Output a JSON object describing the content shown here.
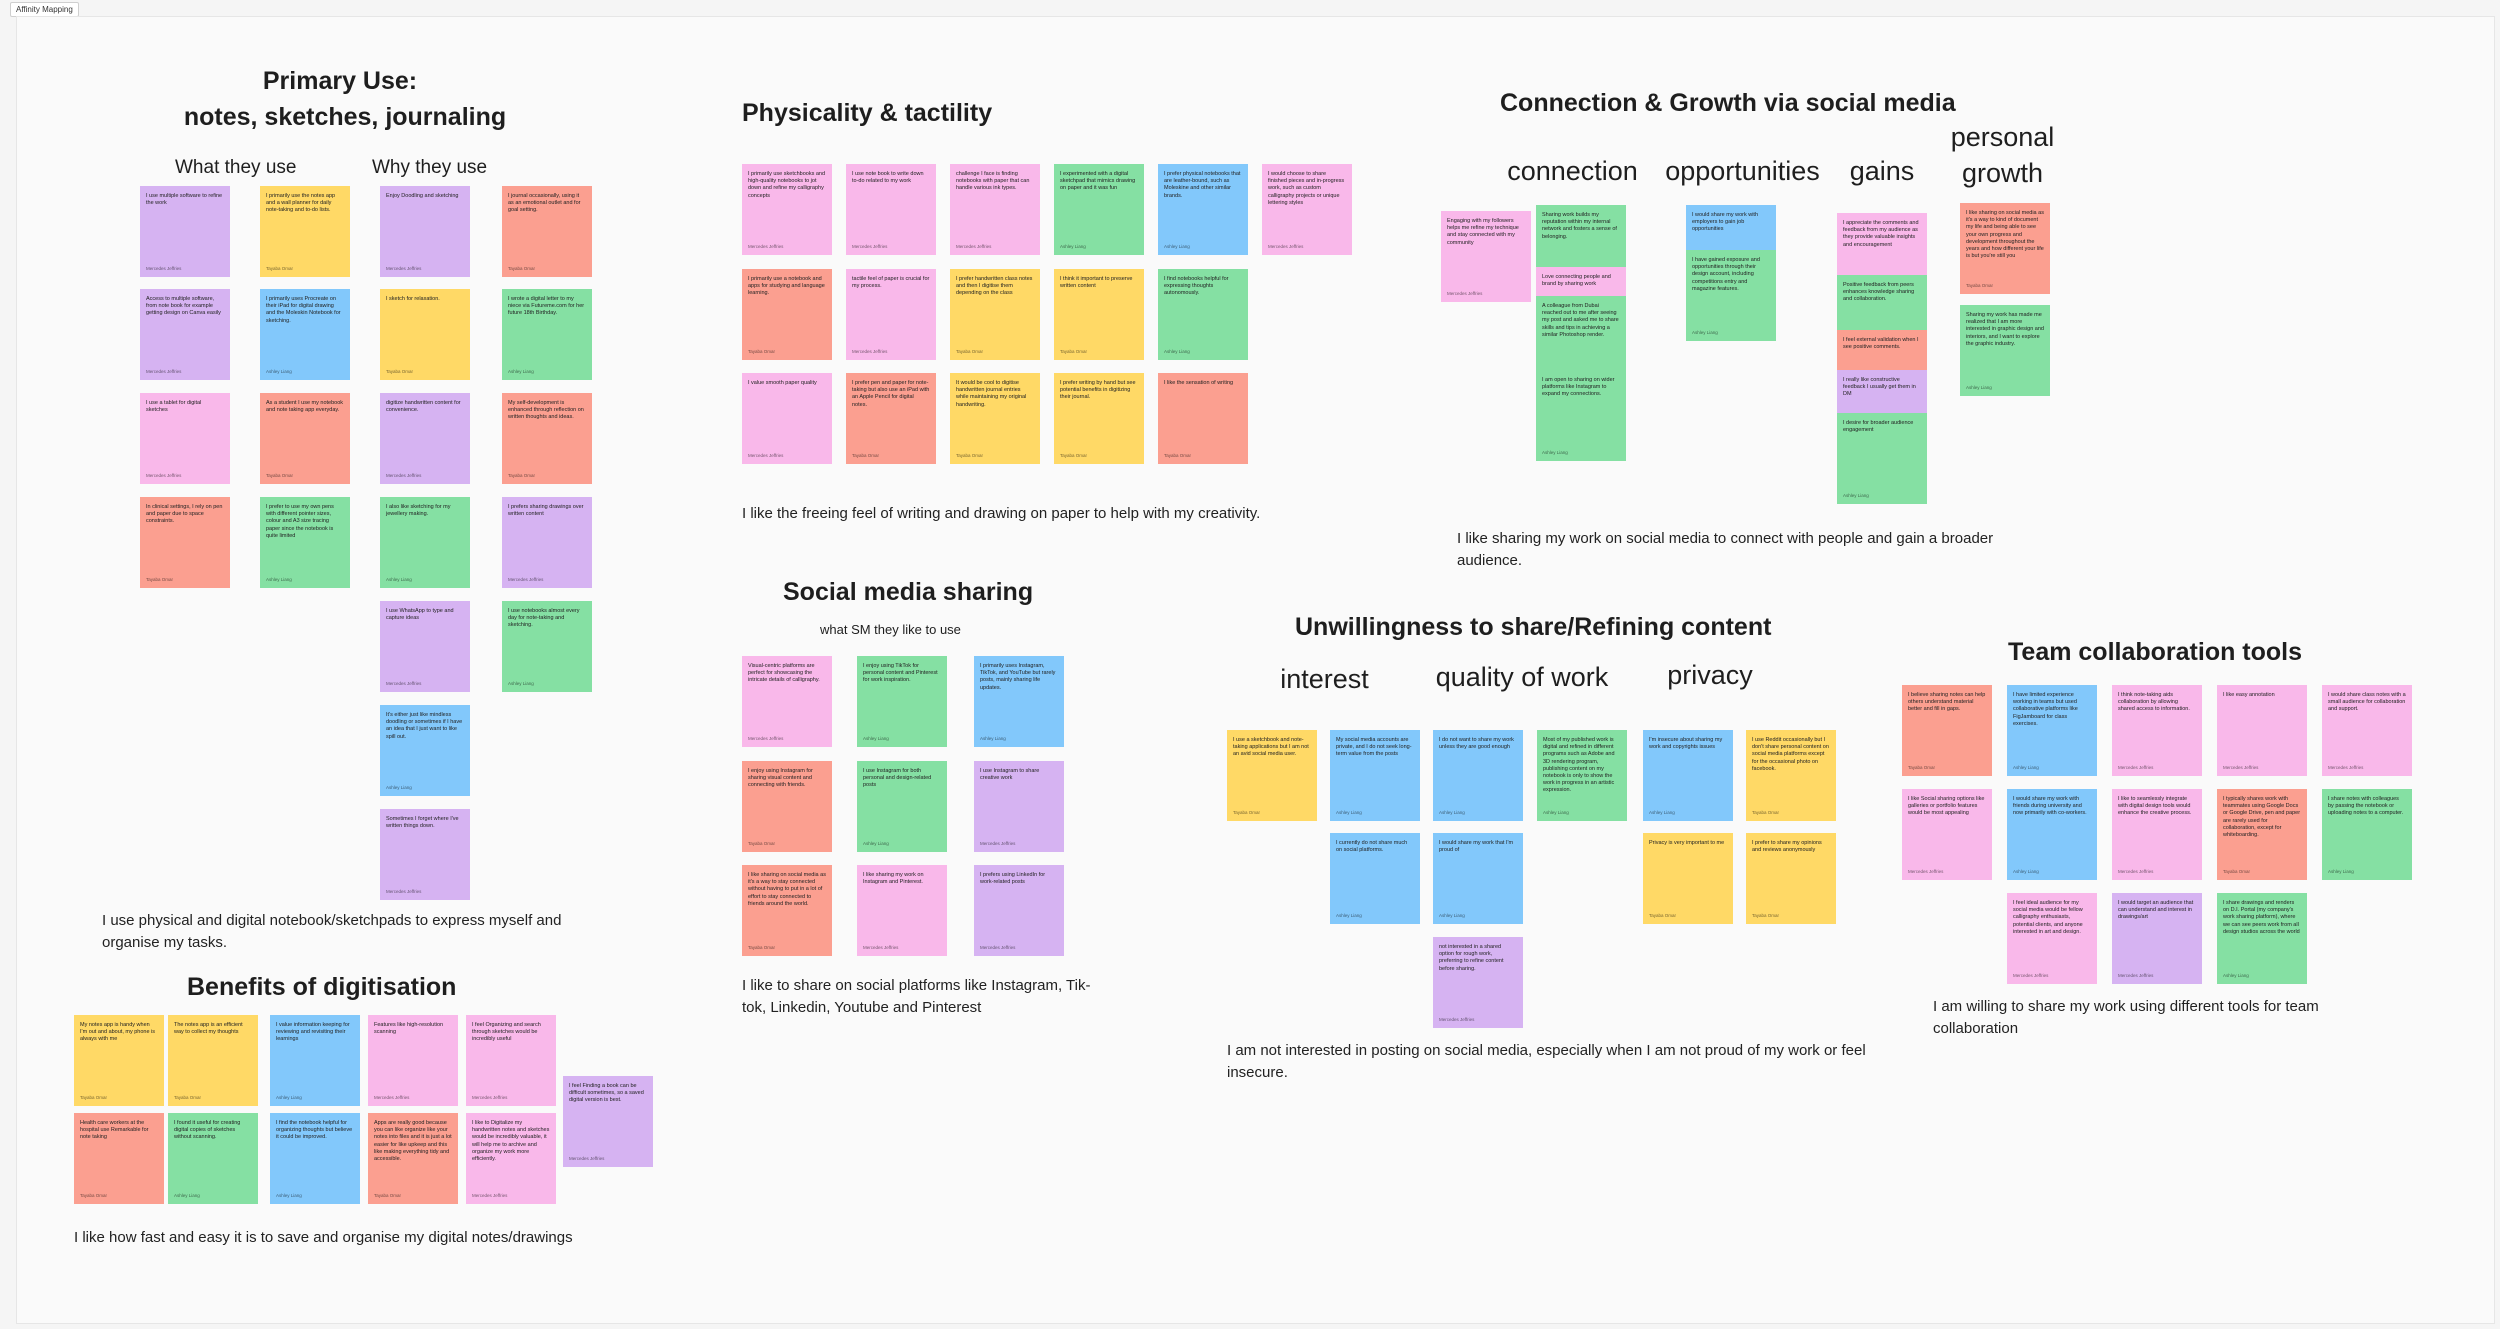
{
  "frame_title": "Affinity Mapping",
  "colors": {
    "yellow": "#ffd966",
    "purple": "#d6b3f2",
    "pink": "#f9b8ea",
    "salmon": "#fb9f90",
    "green": "#85e0a3",
    "blue": "#82c8fb"
  },
  "sections": {
    "primary": {
      "title_line1": "Primary Use:",
      "title_line2": "notes, sketches, journaling",
      "col1": "What they use",
      "col2": "Why they use",
      "caption": "I use physical and digital notebook/sketchpads to express myself and organise my tasks."
    },
    "physicality": {
      "title": "Physicality &  tactility",
      "caption": "I like the freeing feel of writing and drawing on paper to help with my creativity."
    },
    "social": {
      "title": "Social media sharing",
      "subtitle": "what SM they like to use",
      "caption": "I like to share on social platforms like Instagram, Tik-tok, Linkedin, Youtube and Pinterest"
    },
    "benefits": {
      "title": "Benefits of digitisation",
      "caption": "I like how fast and easy it is to save and organise my digital notes/drawings"
    },
    "connection": {
      "title": "Connection & Growth via social media",
      "col1": "connection",
      "col2": "opportunities",
      "col3": "gains",
      "col4_line1": "personal",
      "col4_line2": "growth",
      "caption": "I like sharing my work on social media to connect with people and gain a broader audience."
    },
    "unwilling": {
      "title": "Unwillingness to share/Refining content",
      "col1": "interest",
      "col2": "quality of work",
      "col3": "privacy",
      "caption": "I am not interested in posting on social media, especially when I am not proud of my work or feel insecure."
    },
    "team": {
      "title": "Team collaboration tools",
      "caption": "I am willing to share my work using different tools for team collaboration"
    }
  },
  "notes": {
    "primary_what": [
      {
        "color": "purple",
        "text": "I use multiple software to refine the work",
        "author": "Mercedes Jeffries"
      },
      {
        "color": "yellow",
        "text": "I primarily use the notes app and a wall planner for daily note-taking and to-do lists.",
        "author": "Tayaba Omar"
      },
      {
        "color": "purple",
        "text": "Access to multiple software, from note book for example getting design on Canva easily",
        "author": "Mercedes Jeffries"
      },
      {
        "color": "blue",
        "text": "I primarily uses Procreate on their iPad for digital drawing and the Moleskin Notebook for sketching.",
        "author": "Ashley Liang"
      },
      {
        "color": "pink",
        "text": "I use a tablet for digital sketches",
        "author": "Mercedes Jeffries"
      },
      {
        "color": "salmon",
        "text": "As a student I use my notebook and note taking app everyday.",
        "author": "Tayaba Omar"
      },
      {
        "color": "salmon",
        "text": "In clinical settings, I rely on pen and paper due to space constraints.",
        "author": "Tayaba Omar"
      },
      {
        "color": "green",
        "text": "I prefer to use my own pens with different pointer sizes, colour and A3 size tracing paper since the notebook is quite limited",
        "author": "Ashley Liang"
      }
    ],
    "primary_why": [
      {
        "color": "purple",
        "text": "Enjoy Doodling and sketching",
        "author": "Mercedes Jeffries"
      },
      {
        "color": "salmon",
        "text": "I journal occasionally, using it as an emotional outlet and for goal setting.",
        "author": "Tayaba Omar"
      },
      {
        "color": "yellow",
        "text": "I sketch for relaxation.",
        "author": "Tayaba Omar"
      },
      {
        "color": "green",
        "text": "I wrote a digital letter to my niece via Futureme.com for her future 18th Birthday.",
        "author": "Ashley Liang"
      },
      {
        "color": "purple",
        "text": "digitize handwritten content for convenience.",
        "author": "Mercedes Jeffries"
      },
      {
        "color": "salmon",
        "text": "My self-development is enhanced through reflection on written thoughts and ideas.",
        "author": "Tayaba Omar"
      },
      {
        "color": "green",
        "text": "I also like sketching for my jewellery making.",
        "author": "Ashley Liang"
      },
      {
        "color": "purple",
        "text": "I prefers sharing drawings over written content",
        "author": "Mercedes Jeffries"
      },
      {
        "color": "purple",
        "text": "I use WhatsApp to type and capture ideas",
        "author": "Mercedes Jeffries"
      },
      {
        "color": "green",
        "text": "I use notebooks almost every day for note-taking and sketching.",
        "author": "Ashley Liang"
      },
      {
        "color": "blue",
        "text": "It's either just like mindless doodling or sometimes if I have an idea that I just want to like spill out.",
        "author": "Ashley Liang"
      },
      {
        "color": "purple",
        "text": "Sometimes I forget where I've written things down.",
        "author": "Mercedes Jeffries"
      }
    ],
    "physicality": [
      {
        "color": "pink",
        "text": "I primarily use sketchbooks and high-quality notebooks to jot down and refine my calligraphy concepts",
        "author": "Mercedes Jeffries"
      },
      {
        "color": "pink",
        "text": "I use note book to write down to-do related to my work",
        "author": "Mercedes Jeffries"
      },
      {
        "color": "pink",
        "text": "challenge I face is finding notebooks with paper that can handle various ink types.",
        "author": "Mercedes Jeffries"
      },
      {
        "color": "green",
        "text": "I experimented with a digital sketchpad that mimics drawing on paper and it was fun",
        "author": "Ashley Liang"
      },
      {
        "color": "blue",
        "text": "I prefer physical notebooks that are leather-bound, such as Moleskine and other similar brands.",
        "author": "Ashley Liang"
      },
      {
        "color": "pink",
        "text": "I would choose to share finished pieces and in-progress work, such as custom calligraphy projects or unique lettering styles",
        "author": "Mercedes Jeffries"
      },
      {
        "color": "salmon",
        "text": "I primarily use a notebook and apps for studying and language learning.",
        "author": "Tayaba Omar"
      },
      {
        "color": "pink",
        "text": "tactile feel of paper is crucial for my process.",
        "author": "Mercedes Jeffries"
      },
      {
        "color": "yellow",
        "text": "I prefer handwritten class notes and then I digitise them depending on the class",
        "author": "Tayaba Omar"
      },
      {
        "color": "yellow",
        "text": "I think it important to preserve written content",
        "author": "Tayaba Omar"
      },
      {
        "color": "green",
        "text": "I find notebooks helpful for expressing thoughts autonomously.",
        "author": "Ashley Liang"
      },
      {
        "color": "pink",
        "text": "I value smooth paper quality",
        "author": "Mercedes Jeffries"
      },
      {
        "color": "salmon",
        "text": "I prefer pen and paper for note-taking but also use an iPad with an Apple Pencil for digital notes.",
        "author": "Tayaba Omar"
      },
      {
        "color": "yellow",
        "text": "It would be cool to digitise handwritten journal entries while maintaining my original handwriting.",
        "author": "Tayaba Omar"
      },
      {
        "color": "yellow",
        "text": "I prefer writing by hand but see potential benefits in digitizing their journal.",
        "author": "Tayaba Omar"
      },
      {
        "color": "salmon",
        "text": "I like the sensation of writing",
        "author": "Tayaba Omar"
      }
    ],
    "social": [
      {
        "color": "pink",
        "text": "Visual-centric platforms are perfect for showcasing the intricate details of calligraphy.",
        "author": "Mercedes Jeffries"
      },
      {
        "color": "green",
        "text": "I enjoy using TikTok for personal content and Pinterest for work inspiration.",
        "author": "Ashley Liang"
      },
      {
        "color": "blue",
        "text": "I primarily uses Instagram, TikTok, and YouTube but rarely posts, mainly sharing life updates.",
        "author": "Ashley Liang"
      },
      {
        "color": "salmon",
        "text": "I enjoy using Instagram for sharing visual content and connecting with friends.",
        "author": "Tayaba Omar"
      },
      {
        "color": "green",
        "text": "I use Instagram for both personal and design-related posts",
        "author": "Ashley Liang"
      },
      {
        "color": "purple",
        "text": "I use Instagram to share creative work",
        "author": "Mercedes Jeffries"
      },
      {
        "color": "salmon",
        "text": "I like sharing on social media as it's a way to stay connected without having to put in a lot of effort to stay connected to friends around the world.",
        "author": "Tayaba Omar"
      },
      {
        "color": "pink",
        "text": "I like sharing my work on Instagram and Pinterest.",
        "author": "Mercedes Jeffries"
      },
      {
        "color": "purple",
        "text": "I prefers using LinkedIn for work-related posts",
        "author": "Mercedes Jeffries"
      }
    ],
    "benefits": [
      {
        "color": "yellow",
        "text": "My notes app is handy when I'm out and about, my phone is always with me",
        "author": "Tayaba Omar"
      },
      {
        "color": "yellow",
        "text": "The notes app is an efficient way to collect my thoughts",
        "author": "Tayaba Omar"
      },
      {
        "color": "blue",
        "text": "I value information keeping for reviewing and revisiting their learnings",
        "author": "Ashley Liang"
      },
      {
        "color": "pink",
        "text": "Features like high-resolution scanning",
        "author": "Mercedes Jeffries"
      },
      {
        "color": "pink",
        "text": "I feel Organizing and search through sketches would be incredibly useful",
        "author": "Mercedes Jeffries"
      },
      {
        "color": "purple",
        "text": "I feel Finding a book can be difficult sometimes, so a saved digital version is best.",
        "author": "Mercedes Jeffries"
      },
      {
        "color": "salmon",
        "text": "Health care workers at the hospital use Remarkable for note taking",
        "author": "Tayaba Omar"
      },
      {
        "color": "green",
        "text": "I found it useful for creating digital copies of sketches without scanning.",
        "author": "Ashley Liang"
      },
      {
        "color": "blue",
        "text": "I find the notebook helpful for organizing thoughts but believe it could be improved.",
        "author": "Ashley Liang"
      },
      {
        "color": "salmon",
        "text": "Apps are really good because you can like organize like your notes into files and it is just a lot easier for like upkeep and this like making everything tidy and accessible.",
        "author": "Tayaba Omar"
      },
      {
        "color": "pink",
        "text": "I like to Digitalize my handwritten notes and sketches would be incredibly valuable, it will help me to archive and organize my work more efficiently.",
        "author": "Mercedes Jeffries"
      }
    ],
    "connection": [
      {
        "color": "pink",
        "text": "Engaging with my followers helps me refine my technique and stay connected with my community",
        "author": "Mercedes Jeffries"
      },
      {
        "color": "green",
        "text": "Sharing work builds my reputation within my internal network and fosters a sense of belonging.",
        "author": "Ashley Liang"
      },
      {
        "color": "pink",
        "text": "Love connecting people and brand by sharing work",
        "author": "Mercedes Jeffries"
      },
      {
        "color": "green",
        "text": "A colleague from Dubai reached out to me after seeing my post and asked me to share skills and tips in achieving a similar Photoshop render.",
        "author": "Ashley Liang"
      },
      {
        "color": "green",
        "text": "I am open to sharing on wider platforms like Instagram to expand my connections.",
        "author": "Ashley Liang"
      }
    ],
    "opportunities": [
      {
        "color": "blue",
        "text": "I would share my work with employers to gain job opportunities",
        "author": "Ashley Liang"
      },
      {
        "color": "green",
        "text": "I have gained exposure and opportunities through their design account, including competitions entry and magazine features.",
        "author": "Ashley Liang"
      }
    ],
    "gains": [
      {
        "color": "pink",
        "text": "I appreciate the comments and feedback from my audience as they provide valuable insights and encouragement",
        "author": "Mercedes Jeffries"
      },
      {
        "color": "green",
        "text": "Positive feedback from peers enhances knowledge sharing and collaboration.",
        "author": "Ashley Liang"
      },
      {
        "color": "salmon",
        "text": "I feel external validation when I see positive comments.",
        "author": "Tayaba Omar"
      },
      {
        "color": "purple",
        "text": "I really like constructive feedback I usually get them in DM",
        "author": "Mercedes Jeffries"
      },
      {
        "color": "green",
        "text": "I desire for broader audience engagement",
        "author": "Ashley Liang"
      }
    ],
    "growth": [
      {
        "color": "salmon",
        "text": "I like sharing on social media as it's a way to kind of document my life and being able to see your own progress and development throughout the years and how different your life is but you're still you",
        "author": "Tayaba Omar"
      },
      {
        "color": "green",
        "text": "Sharing my work has made me realized that I am more interested in graphic design and interiors, and I want to explore the graphic industry.",
        "author": "Ashley Liang"
      }
    ],
    "interest": [
      {
        "color": "yellow",
        "text": "I use a sketchbook and note-taking applications but I am not an avid social media user.",
        "author": "Tayaba Omar"
      },
      {
        "color": "blue",
        "text": "My social media accounts are private, and I do not seek long-term value from the posts",
        "author": "Ashley Liang"
      },
      {
        "color": "blue",
        "text": "I currently do not share much on social platforms.",
        "author": "Ashley Liang"
      }
    ],
    "quality": [
      {
        "color": "blue",
        "text": "I do not want to share my work unless they are good enough",
        "author": "Ashley Liang"
      },
      {
        "color": "green",
        "text": "Most of my published work is digital and refined in different programs such as Adobe and 3D rendering program, publishing content on my notebook is only to show the work in progress in an artistic expression.",
        "author": "Ashley Liang"
      },
      {
        "color": "blue",
        "text": "I would share my work that I'm proud of",
        "author": "Ashley Liang"
      },
      {
        "color": "purple",
        "text": "not interested in a shared option for rough work, preferring to refine content before sharing.",
        "author": "Mercedes Jeffries"
      }
    ],
    "privacy": [
      {
        "color": "blue",
        "text": "I'm insecure about sharing my work and copyrights issues",
        "author": "Ashley Liang"
      },
      {
        "color": "yellow",
        "text": "I use Reddit occasionally but I don't share personal content on social media platforms except for the occasional photo on facebook.",
        "author": "Tayaba Omar"
      },
      {
        "color": "yellow",
        "text": "Privacy is very important to me",
        "author": "Tayaba Omar"
      },
      {
        "color": "yellow",
        "text": "I prefer to share my opinions and reviews anonymously",
        "author": "Tayaba Omar"
      }
    ],
    "team": [
      {
        "color": "salmon",
        "text": "I believe sharing notes can help others understand material better and fill in gaps.",
        "author": "Tayaba Omar"
      },
      {
        "color": "blue",
        "text": "I have limited experience working in teams but used collaborative platforms like FigJamboard for class exercises.",
        "author": "Ashley Liang"
      },
      {
        "color": "pink",
        "text": "I think note-taking aids collaboration by allowing shared access to information.",
        "author": "Mercedes Jeffries"
      },
      {
        "color": "pink",
        "text": "I like easy annotation",
        "author": "Mercedes Jeffries"
      },
      {
        "color": "pink",
        "text": "I would share class notes with a small audience for collaboration and support.",
        "author": "Mercedes Jeffries"
      },
      {
        "color": "pink",
        "text": "I like Social sharing options like galleries or portfolio features would be most appealing",
        "author": "Mercedes Jeffries"
      },
      {
        "color": "blue",
        "text": "I would share my work with friends during university and now primarily with co-workers.",
        "author": "Ashley Liang"
      },
      {
        "color": "pink",
        "text": "I like to seamlessly integrate with digital design tools would enhance the creative process.",
        "author": "Mercedes Jeffries"
      },
      {
        "color": "salmon",
        "text": "I typically shares work with teammates using Google Docs or Google Drive, pen and paper are rarely used for collaboration, except for whiteboarding.",
        "author": "Tayaba Omar"
      },
      {
        "color": "green",
        "text": "I share notes with colleagues by passing the notebook or uploading notes to a computer.",
        "author": "Ashley Liang"
      },
      {
        "color": "pink",
        "text": "I feel ideal audience for my social media would be fellow calligraphy enthusiasts, potential clients, and anyone interested in art and design.",
        "author": "Mercedes Jeffries"
      },
      {
        "color": "purple",
        "text": "I would target an audience that can understand and interest in drawings/art",
        "author": "Mercedes Jeffries"
      },
      {
        "color": "green",
        "text": "I share drawings and renders on D.I. Portal (my company's work sharing platform), where we can see peers work from all design studios across the world",
        "author": "Ashley Liang"
      }
    ]
  }
}
